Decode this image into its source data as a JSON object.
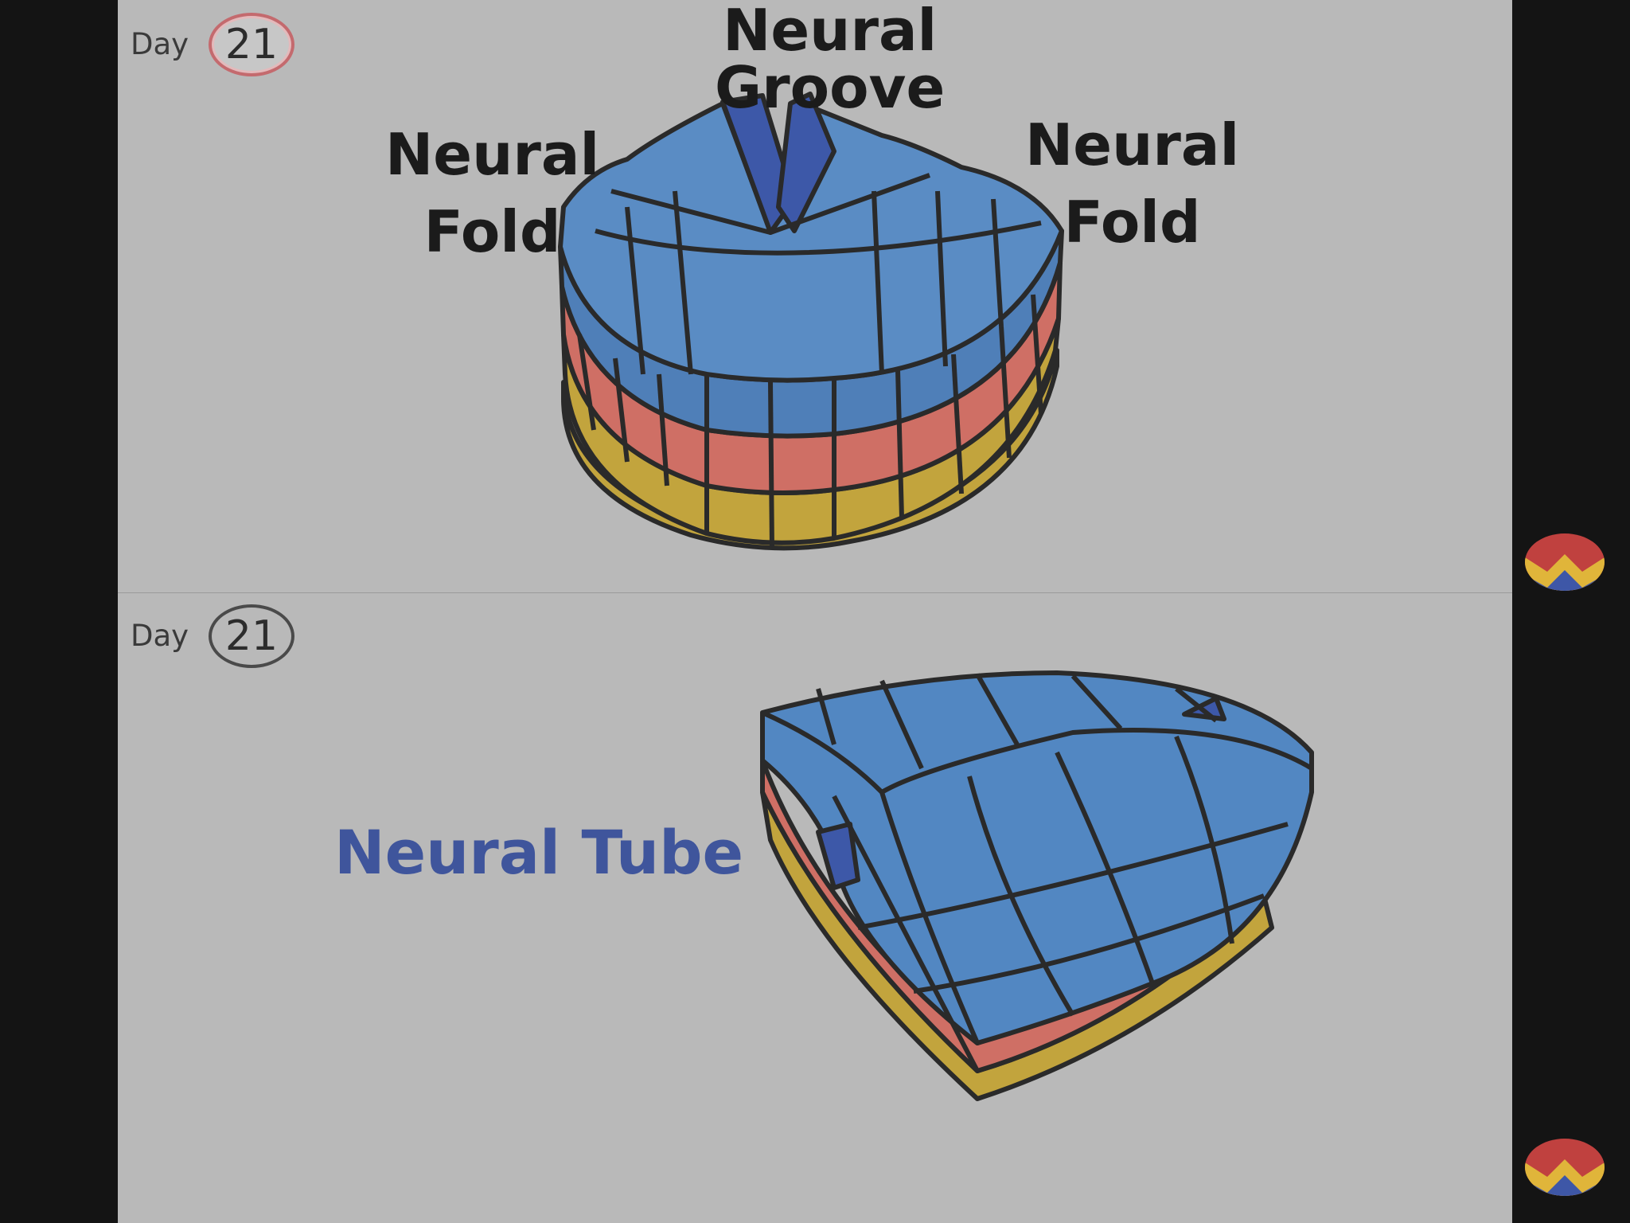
{
  "top_panel": {
    "day_label": "Day",
    "day_number": "21",
    "groove_label_line1": "Neural",
    "groove_label_line2": "Groove",
    "left_fold_line1": "Neural",
    "left_fold_line2": "Fold",
    "right_fold_line1": "Neural",
    "right_fold_line2": "Fold"
  },
  "bottom_panel": {
    "day_label": "Day",
    "day_number": "21",
    "tube_label": "Neural Tube"
  },
  "colors": {
    "ectoderm": "#4f7fb8",
    "mesoderm": "#cf6f65",
    "endoderm": "#c2a43d",
    "groove": "#3d58a8",
    "outline": "#2a2a2a",
    "panel_bg": "#b9b9b9"
  },
  "icons": [
    "logo-icon",
    "logo-icon"
  ]
}
